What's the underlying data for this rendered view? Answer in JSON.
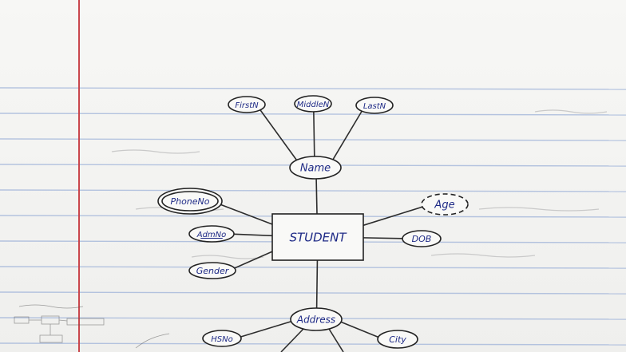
{
  "entity": {
    "label": "STUDENT"
  },
  "attributes": [
    {
      "id": "firstn",
      "label": "FirstN",
      "kind": "simple"
    },
    {
      "id": "middlen",
      "label": "MiddleN",
      "kind": "simple"
    },
    {
      "id": "lastn",
      "label": "LastN",
      "kind": "simple"
    },
    {
      "id": "name",
      "label": "Name",
      "kind": "composite"
    },
    {
      "id": "phoneno",
      "label": "PhoneNo",
      "kind": "multivalued"
    },
    {
      "id": "age",
      "label": "Age",
      "kind": "derived"
    },
    {
      "id": "admno",
      "label": "AdmNo",
      "kind": "key"
    },
    {
      "id": "dob",
      "label": "DOB",
      "kind": "simple"
    },
    {
      "id": "gender",
      "label": "Gender",
      "kind": "simple"
    },
    {
      "id": "address",
      "label": "Address",
      "kind": "composite"
    },
    {
      "id": "hsno",
      "label": "HSNo",
      "kind": "simple"
    },
    {
      "id": "city",
      "label": "City",
      "kind": "simple"
    }
  ],
  "relations": [
    {
      "from": "name",
      "to": "firstn"
    },
    {
      "from": "name",
      "to": "middlen"
    },
    {
      "from": "name",
      "to": "lastn"
    },
    {
      "from": "student",
      "to": "name"
    },
    {
      "from": "student",
      "to": "phoneno"
    },
    {
      "from": "student",
      "to": "age"
    },
    {
      "from": "student",
      "to": "admno"
    },
    {
      "from": "student",
      "to": "dob"
    },
    {
      "from": "student",
      "to": "gender"
    },
    {
      "from": "student",
      "to": "address"
    },
    {
      "from": "address",
      "to": "hsno"
    },
    {
      "from": "address",
      "to": "city"
    }
  ],
  "colors": {
    "ink": "#1e2a86",
    "outline": "#222222",
    "rule": "#9fb3d9",
    "margin": "#c9464c"
  }
}
